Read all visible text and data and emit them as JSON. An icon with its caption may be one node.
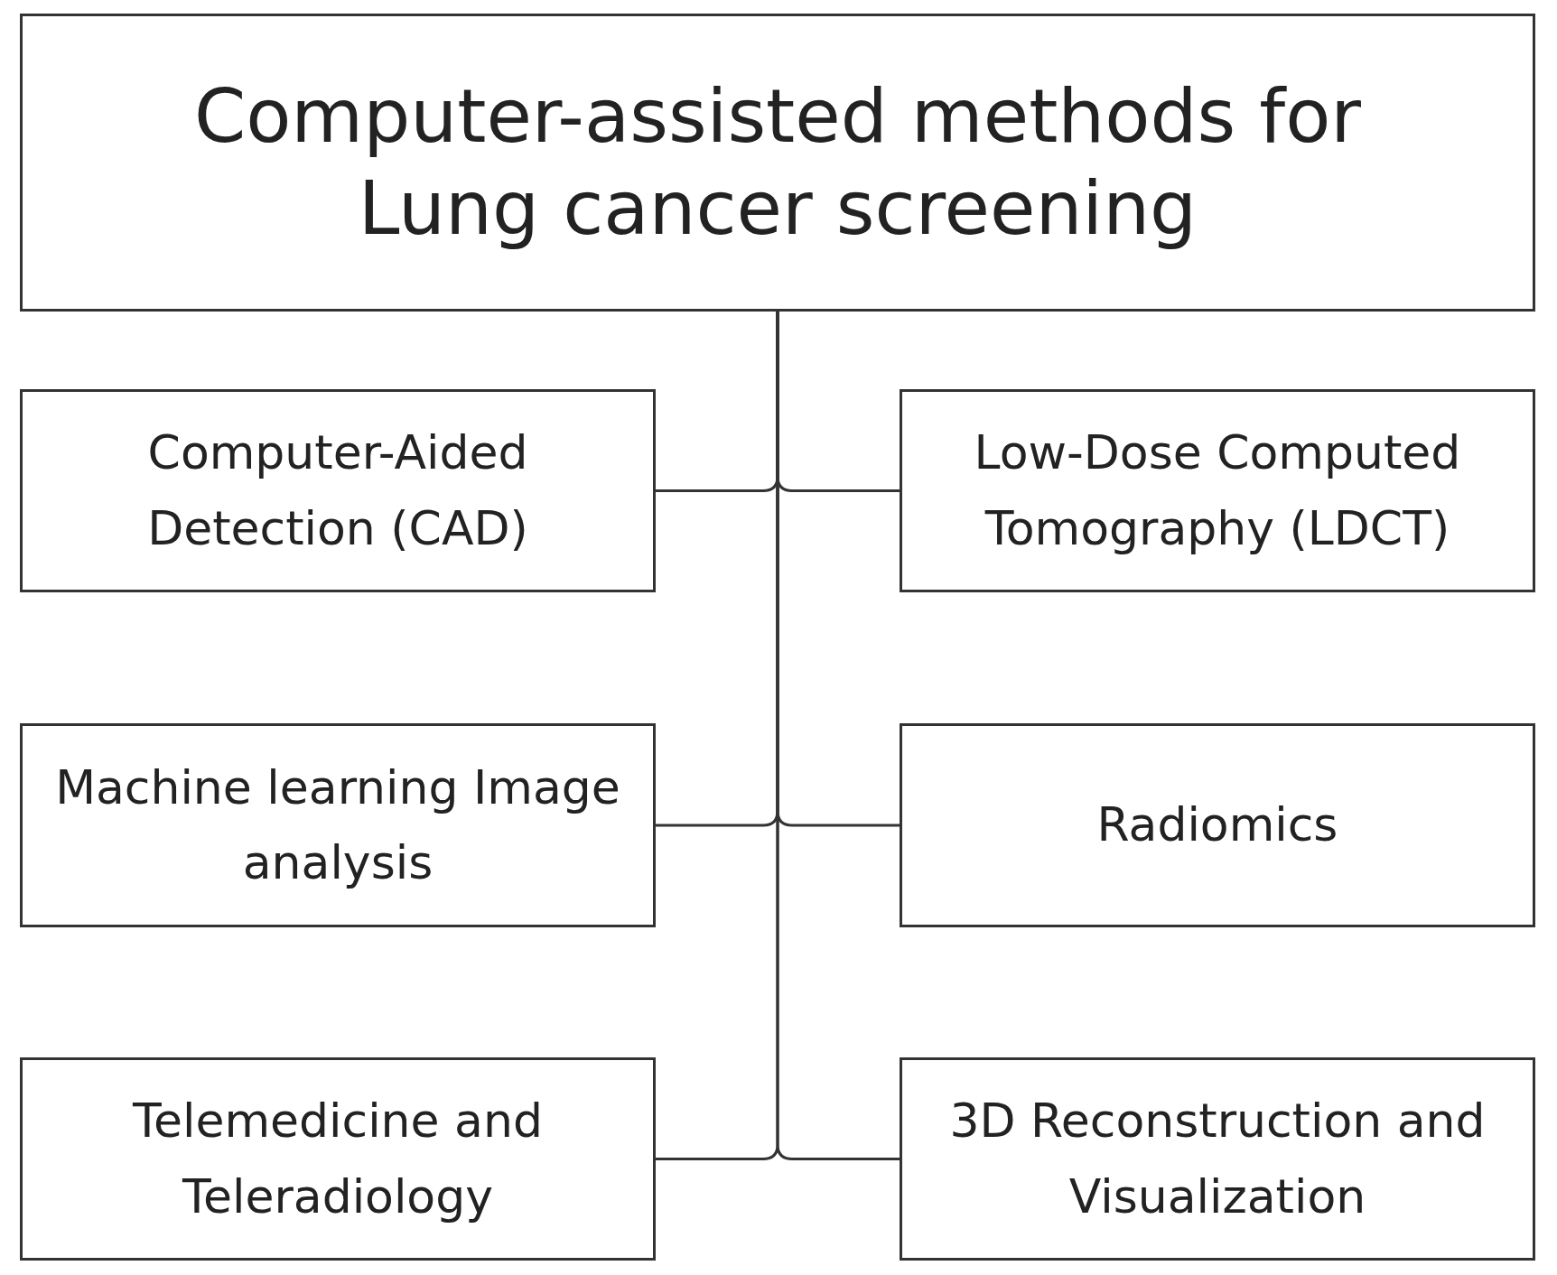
{
  "diagram": {
    "nodes": [
      {
        "text": [
          "Computer-assisted methods for Lung cancer screening"
        ]
      },
      {
        "text": [
          "Computer-Aided Detection (CAD)"
        ]
      },
      {
        "text": [
          "Low-Dose Computed Tomography (LDCT)"
        ]
      },
      {
        "text": [
          "Machine learning Image analysis"
        ]
      },
      {
        "text": [
          "Radiomics"
        ]
      },
      {
        "text": [
          "Telemedicine and Teleradiology"
        ]
      },
      {
        "text": [
          "3D Reconstruction and Visualization"
        ]
      }
    ],
    "edges": [
      {
        "from": 0,
        "to": 1,
        "arrow": "none"
      },
      {
        "from": 0,
        "to": 2,
        "arrow": "none"
      },
      {
        "from": 0,
        "to": 3,
        "arrow": "none"
      },
      {
        "from": 0,
        "to": 4,
        "arrow": "none"
      },
      {
        "from": 0,
        "to": 5,
        "arrow": "none"
      },
      {
        "from": 0,
        "to": 6,
        "arrow": "none"
      }
    ]
  }
}
